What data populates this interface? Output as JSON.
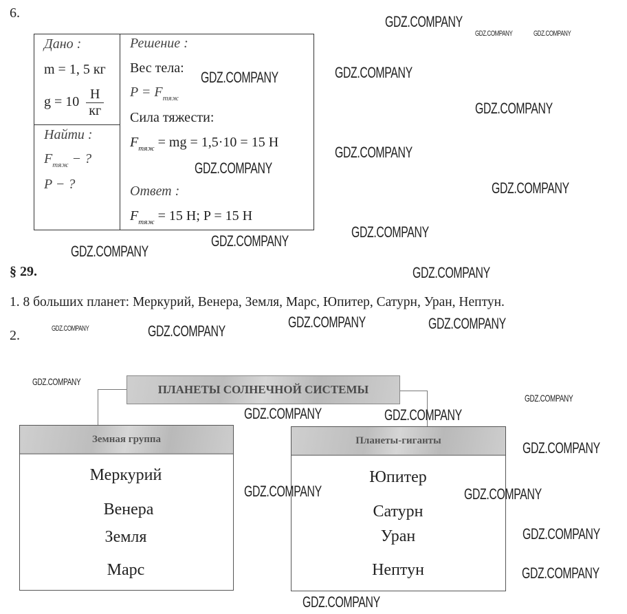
{
  "watermark": "GDZ.COMPANY",
  "task6": {
    "number": "6.",
    "given_label": "Дано :",
    "m_expr": "m = 1, 5 кг",
    "g_expr": "g = 10",
    "g_num": "Н",
    "g_den": "кг",
    "find_label": "Найти :",
    "find_f": "F",
    "find_f_sub": "тяж",
    "find_f_rest": " − ?",
    "find_p": "P − ?",
    "solution_label": "Решение :",
    "weight_label": "Вес тела:",
    "weight_expr_a": "P = F",
    "weight_expr_sub": "тяж",
    "gravity_label": "Сила тяжести:",
    "gravity_f": "F",
    "gravity_sub": "тяж",
    "gravity_rest": " = mg = 1,5·10 = 15 Н",
    "answer_label": "Ответ :",
    "answer_f": "F",
    "answer_sub": "тяж",
    "answer_rest": " = 15 Н; P = 15 Н"
  },
  "section": {
    "title": "§ 29.",
    "item1": "1. 8 больших планет: Меркурий, Венера, Земля, Марс, Юпитер, Сатурн, Уран, Нептун.",
    "item2": "2."
  },
  "diagram": {
    "title": "ПЛАНЕТЫ СОЛНЕЧНОЙ СИСТЕМЫ",
    "terrestrial": {
      "title": "Земная группа",
      "planets": [
        "Меркурий",
        "Венера",
        "Земля",
        "Марс"
      ]
    },
    "giants": {
      "title": "Планеты-гиганты",
      "planets": [
        "Юпитер",
        "Сатурн",
        "Уран",
        "Нептун"
      ]
    }
  }
}
